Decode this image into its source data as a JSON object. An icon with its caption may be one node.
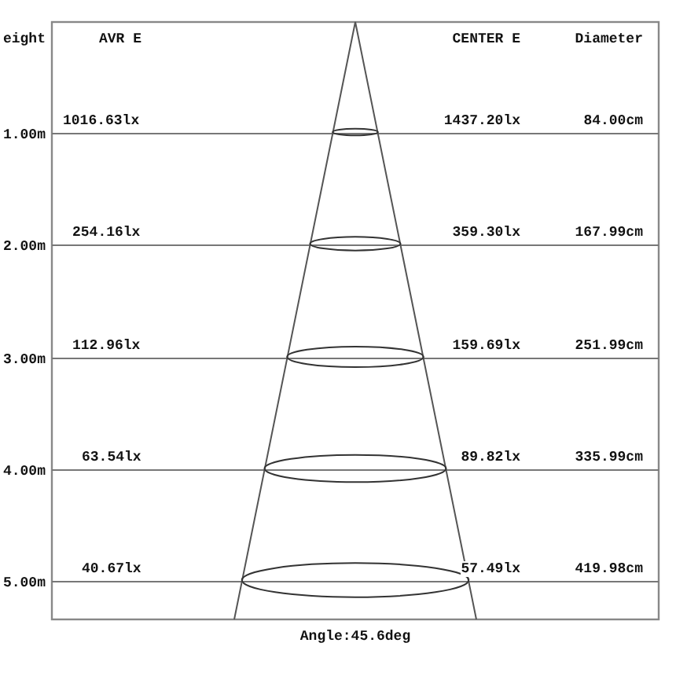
{
  "diagram": {
    "caption": "Angle:45.6deg",
    "labels": [
      "eight",
      "AVR E",
      "CENTER E",
      "Diameter",
      "1016.63lx",
      "1437.20lx",
      "84.00cm",
      "1.00m",
      "254.16lx",
      "359.30lx",
      "167.99cm",
      "2.00m",
      "112.96lx",
      "159.69lx",
      "251.99cm",
      "3.00m",
      "63.54lx",
      "89.82lx",
      "335.99cm",
      "4.00m",
      "40.67lx",
      "57.49lx",
      "419.98cm",
      "5.00m"
    ]
  }
}
